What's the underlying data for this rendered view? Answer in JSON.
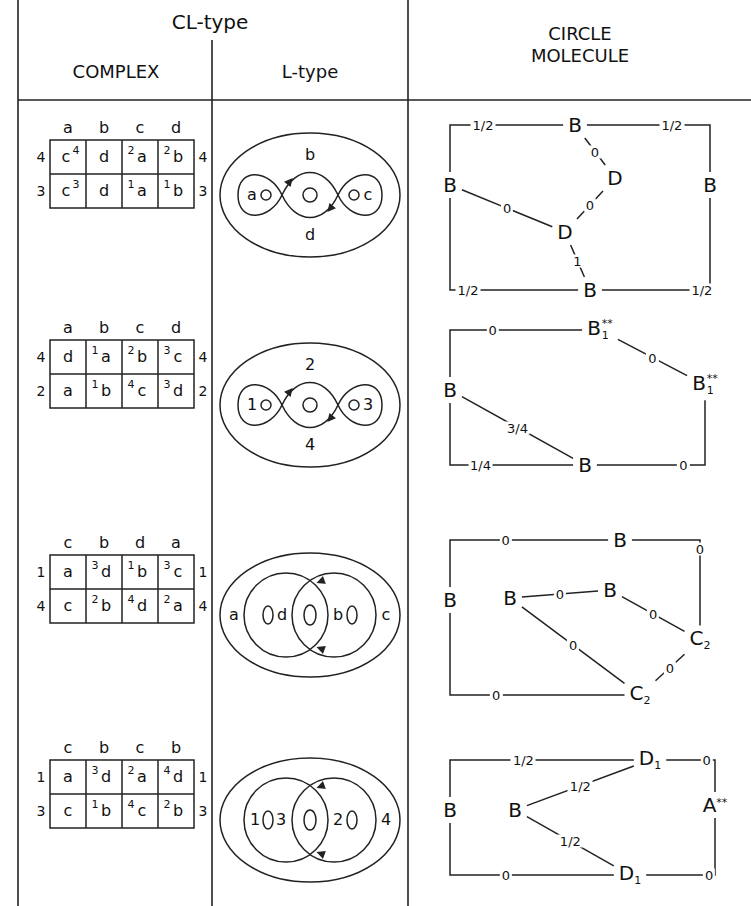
{
  "diagram": {
    "nodes": [
      {
        "text": [
          "B"
        ]
      },
      {
        "text": [
          "B"
        ]
      },
      {
        "text": [
          "D"
        ]
      },
      {
        "text": [
          "B"
        ]
      },
      {
        "text": [
          "D"
        ]
      },
      {
        "text": [
          "B"
        ]
      },
      {
        "text": [
          "B",
          "**",
          "1"
        ]
      },
      {
        "text": [
          "B"
        ]
      },
      {
        "text": [
          "B",
          "**",
          "1"
        ]
      },
      {
        "text": [
          "B"
        ]
      },
      {
        "text": [
          "B"
        ]
      },
      {
        "text": [
          "B"
        ]
      },
      {
        "text": [
          "B"
        ]
      },
      {
        "text": [
          "B"
        ]
      },
      {
        "text": [
          "C",
          "2"
        ]
      },
      {
        "text": [
          "C",
          "2"
        ]
      },
      {
        "text": [
          "D",
          "1"
        ]
      },
      {
        "text": [
          "B"
        ]
      },
      {
        "text": [
          "B"
        ]
      },
      {
        "text": [
          "A",
          "**"
        ]
      },
      {
        "text": [
          "D",
          "1"
        ]
      }
    ],
    "edges": [
      {
        "from": 0,
        "to": 1,
        "arrow": "none",
        "label": "1/2"
      },
      {
        "from": 0,
        "to": 2,
        "arrow": "none",
        "label": "0"
      },
      {
        "from": 0,
        "to": 3,
        "arrow": "none",
        "label": "1/2"
      },
      {
        "from": 1,
        "to": 4,
        "arrow": "none",
        "label": "0"
      },
      {
        "from": 1,
        "to": 5,
        "arrow": "none",
        "label": "1/2"
      },
      {
        "from": 2,
        "to": 4,
        "arrow": "none",
        "label": "0"
      },
      {
        "from": 4,
        "to": 5,
        "arrow": "none",
        "label": "1"
      },
      {
        "from": 3,
        "to": 5,
        "arrow": "none",
        "label": "1/2"
      },
      {
        "from": 7,
        "to": 6,
        "arrow": "none",
        "label": "0"
      },
      {
        "from": 6,
        "to": 8,
        "arrow": "none",
        "label": "0"
      },
      {
        "from": 8,
        "to": 9,
        "arrow": "none",
        "label": "0"
      },
      {
        "from": 7,
        "to": 9,
        "arrow": "none",
        "label": "3/4"
      },
      {
        "from": 7,
        "to": 9,
        "arrow": "none",
        "label": "1/4"
      },
      {
        "from": 11,
        "to": 10,
        "arrow": "none",
        "label": "0"
      },
      {
        "from": 10,
        "to": 14,
        "arrow": "none",
        "label": "0"
      },
      {
        "from": 12,
        "to": 13,
        "arrow": "none",
        "label": "0"
      },
      {
        "from": 13,
        "to": 14,
        "arrow": "none",
        "label": "0"
      },
      {
        "from": 11,
        "to": 15,
        "arrow": "none",
        "label": "0"
      },
      {
        "from": 12,
        "to": 15,
        "arrow": "none",
        "label": "0"
      },
      {
        "from": 14,
        "to": 15,
        "arrow": "none",
        "label": "0"
      },
      {
        "from": 17,
        "to": 16,
        "arrow": "none",
        "label": "1/2"
      },
      {
        "from": 18,
        "to": 16,
        "arrow": "none",
        "label": "1/2"
      },
      {
        "from": 16,
        "to": 19,
        "arrow": "none",
        "label": "0"
      },
      {
        "from": 17,
        "to": 20,
        "arrow": "none",
        "label": "0"
      },
      {
        "from": 18,
        "to": 20,
        "arrow": "none",
        "label": "1/2"
      },
      {
        "from": 19,
        "to": 20,
        "arrow": "none",
        "label": "0"
      }
    ],
    "labels": [
      "CL-type",
      "COMPLEX",
      "L-type",
      "CIRCLE MOLECULE",
      "a",
      "b",
      "c",
      "d",
      "4",
      "c",
      "4",
      "d",
      "2",
      "a",
      "2",
      "b",
      "4",
      "3",
      "c",
      "3",
      "d",
      "1",
      "a",
      "1",
      "b",
      "3",
      "a",
      "b",
      "c",
      "d",
      "a",
      "b",
      "c",
      "d",
      "4",
      "d",
      "1",
      "a",
      "2",
      "b",
      "3",
      "c",
      "4",
      "2",
      "a",
      "1",
      "b",
      "4",
      "c",
      "3",
      "d",
      "2",
      "1",
      "2",
      "3",
      "4",
      "c",
      "b",
      "d",
      "a",
      "1",
      "a",
      "3",
      "d",
      "1",
      "b",
      "3",
      "c",
      "1",
      "4",
      "c",
      "2",
      "b",
      "4",
      "d",
      "2",
      "a",
      "4",
      "a",
      "d",
      "b",
      "c",
      "c",
      "b",
      "c",
      "b",
      "1",
      "a",
      "3",
      "d",
      "2",
      "a",
      "4",
      "d",
      "1",
      "3",
      "c",
      "1",
      "b",
      "4",
      "c",
      "2",
      "b",
      "3",
      "1",
      "3",
      "2",
      "4"
    ]
  }
}
